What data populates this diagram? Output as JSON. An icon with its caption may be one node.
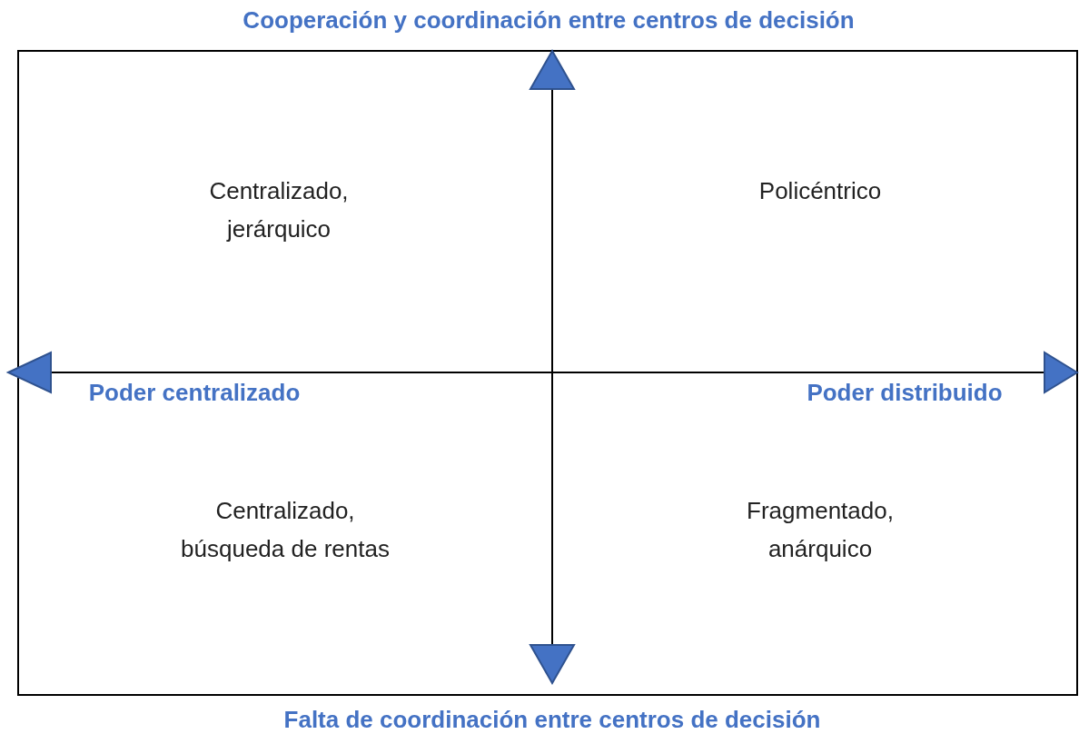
{
  "diagram": {
    "labels": [
      "Cooperación y coordinación entre centros de decisión",
      "Centralizado, jerárquico",
      "Policéntrico",
      "Poder centralizado",
      "Poder distribuido",
      "Centralizado, búsqueda de rentas",
      "Fragmentado, anárquico",
      "Falta de coordinación entre centros de decisión"
    ]
  }
}
